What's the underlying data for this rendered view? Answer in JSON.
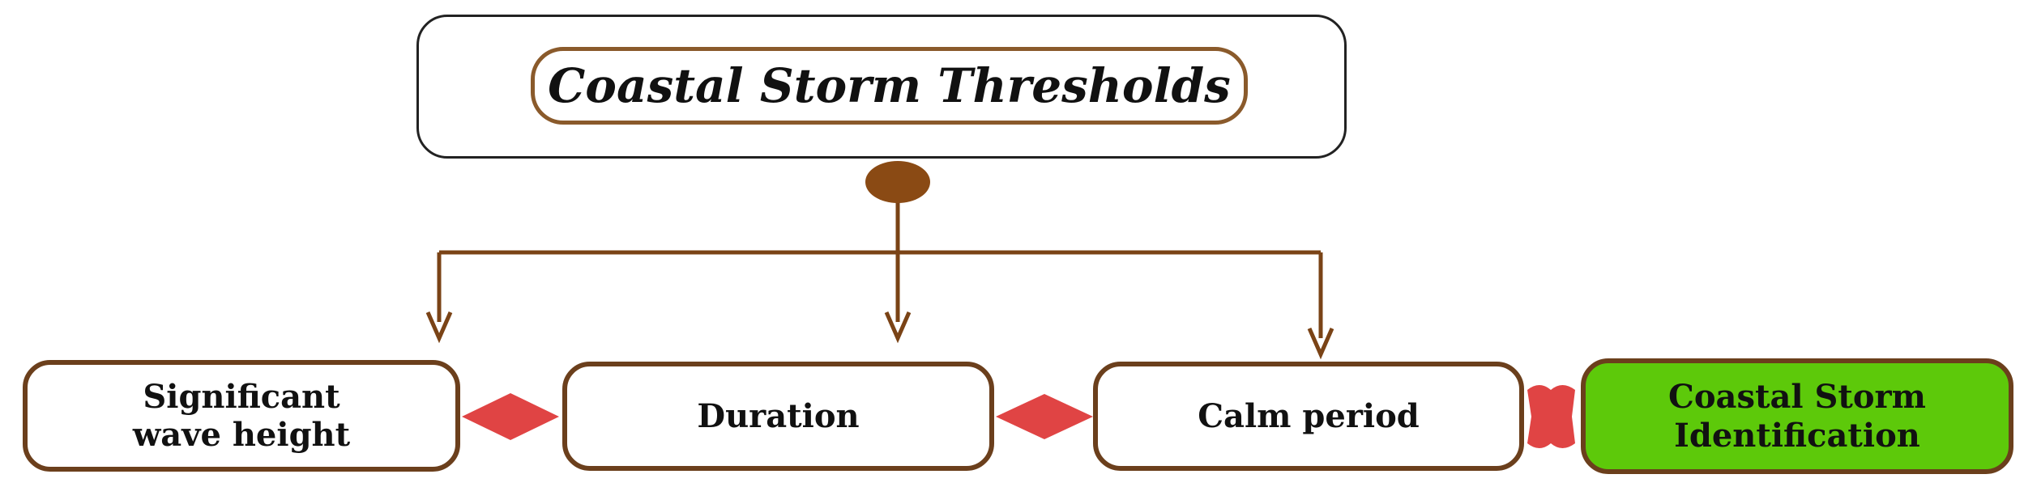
{
  "title": "Coastal Storm Thresholds",
  "thresholds": [
    {
      "label_line1": "Significant",
      "label_line2": "wave height"
    },
    {
      "label": "Duration"
    },
    {
      "label": "Calm period"
    }
  ],
  "result": {
    "label_line1": "Coastal Storm",
    "label_line2": "Identification"
  },
  "colors": {
    "connector": "#7a4316",
    "box_border": "#6b3f1c",
    "title_border": "#8a5a2b",
    "link_diamond": "#e04444",
    "result_fill": "#5dc90a"
  }
}
